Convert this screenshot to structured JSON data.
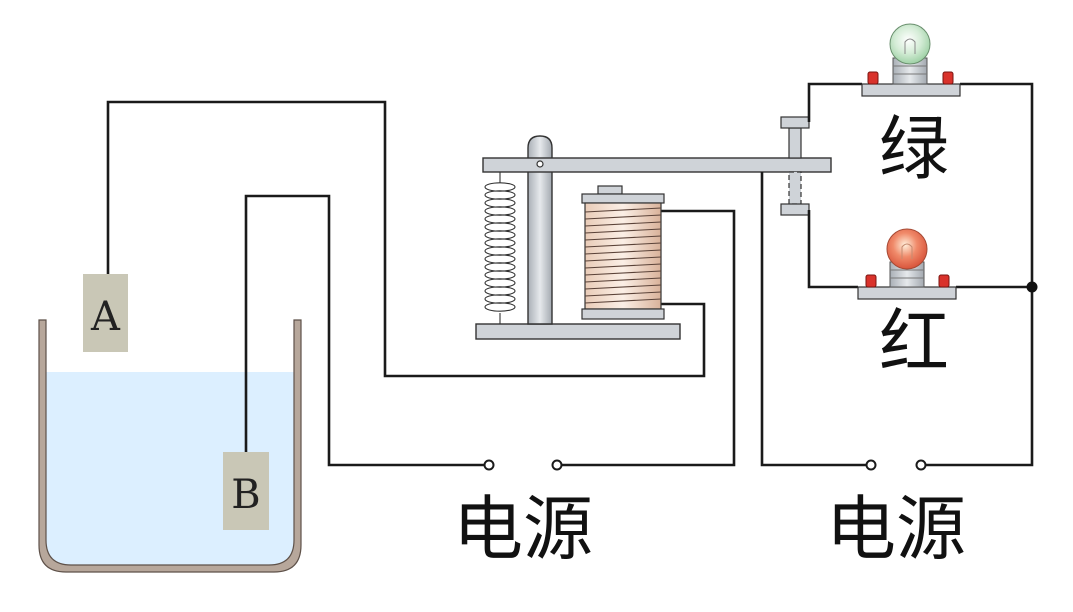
{
  "electrode_a": {
    "label": "A"
  },
  "electrode_b": {
    "label": "B"
  },
  "lamp_green": {
    "label": "绿",
    "color": "#cfe8d2"
  },
  "lamp_red": {
    "label": "红",
    "color": "#e8806a"
  },
  "power_left": {
    "label": "电源"
  },
  "power_right": {
    "label": "电源"
  },
  "colors": {
    "water": "#dcefff",
    "container": "#b7a79b",
    "electrode": "#c9c7b6",
    "relay_metal": "#cfd3d8",
    "terminal_red": "#d9322b"
  }
}
